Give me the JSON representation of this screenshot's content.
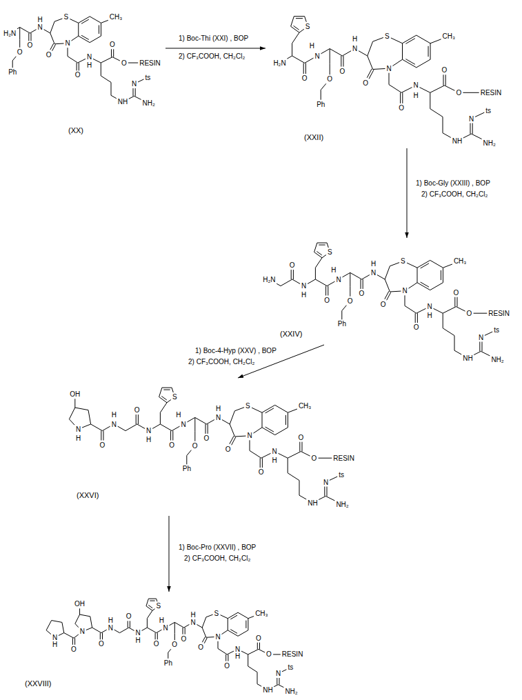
{
  "diagram": {
    "nodes": [
      {
        "text": [
          "(XX)"
        ]
      },
      {
        "text": [
          "(XXII)"
        ]
      },
      {
        "text": [
          "(XXIV)"
        ]
      },
      {
        "text": [
          "(XXVI)"
        ]
      },
      {
        "text": [
          "(XXVIII)"
        ]
      }
    ],
    "edges": [
      {
        "from": 0,
        "to": 1,
        "arrow": "to",
        "label": "1) Boc-Thi (XXI) , BOP"
      },
      {
        "from": 1,
        "to": 2,
        "arrow": "to",
        "label": "1) Boc-Gly (XXIII) , BOP"
      },
      {
        "from": 2,
        "to": 3,
        "arrow": "to",
        "label": "1) Boc-4-Hyp (XXV) , BOP"
      },
      {
        "from": 3,
        "to": 4,
        "arrow": "to",
        "label": "1) Boc-Pro (XXVII) , BOP"
      }
    ],
    "labels": [
      "H₂N",
      "O",
      "Ph",
      "O",
      "N",
      "H",
      "S",
      "CH₃",
      "N",
      "O",
      "O",
      "N",
      "H",
      "O",
      "O",
      "RESIN",
      "NH",
      "N",
      "ts",
      "NH₂",
      "2) CF₃COOH, CH₂Cl₂",
      "H₂N",
      "S",
      "O",
      "N",
      "H",
      "O",
      "Ph",
      "O",
      "N",
      "H",
      "S",
      "CH₃",
      "N",
      "O",
      "O",
      "N",
      "H",
      "O",
      "O",
      "RESIN",
      "NH",
      "N",
      "ts",
      "NH₂",
      "2) CF₃COOH, CH₂Cl₂",
      "H₂N",
      "O",
      "N",
      "H",
      "S",
      "O",
      "N",
      "H",
      "O",
      "Ph",
      "O",
      "N",
      "H",
      "S",
      "CH₃",
      "N",
      "O",
      "O",
      "N",
      "H",
      "O",
      "O",
      "RESIN",
      "NH",
      "N",
      "ts",
      "NH₂",
      "2) CF₃COOH, CH₂Cl₂",
      "N",
      "H",
      "OH",
      "O",
      "N",
      "H",
      "O",
      "N",
      "H",
      "S",
      "O",
      "N",
      "H",
      "O",
      "Ph",
      "O",
      "N",
      "H",
      "S",
      "CH₃",
      "N",
      "O",
      "O",
      "N",
      "H",
      "O",
      "O",
      "RESIN",
      "NH",
      "N",
      "ts",
      "NH₂",
      "2) CF₃COOH, CH₂Cl₂",
      "N",
      "H",
      "O",
      "N",
      "OH",
      "O",
      "N",
      "H",
      "O",
      "N",
      "H",
      "S",
      "O",
      "N",
      "H",
      "O",
      "Ph",
      "O",
      "N",
      "H",
      "S",
      "CH₃",
      "N",
      "O",
      "O",
      "N",
      "H",
      "O",
      "O",
      "RESIN",
      "NH",
      "N",
      "ts",
      "NH₂"
    ]
  }
}
